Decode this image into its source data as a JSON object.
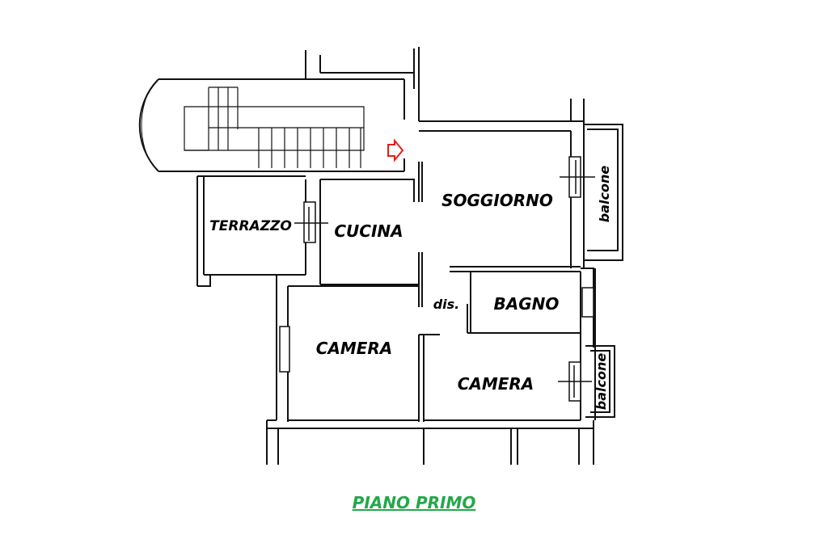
{
  "plan": {
    "title": "PIANO PRIMO",
    "title_color": "#22a84a",
    "rooms": {
      "soggiorno": "SOGGIORNO",
      "cucina": "CUCINA",
      "terrazzo": "TERRAZZO",
      "bagno": "BAGNO",
      "dis": "dis.",
      "camera_1": "CAMERA",
      "camera_2": "CAMERA",
      "balcone_1": "balcone",
      "balcone_2": "balcone"
    },
    "entrance_arrow_color": "#e0201e",
    "wall_color": "#111111"
  }
}
